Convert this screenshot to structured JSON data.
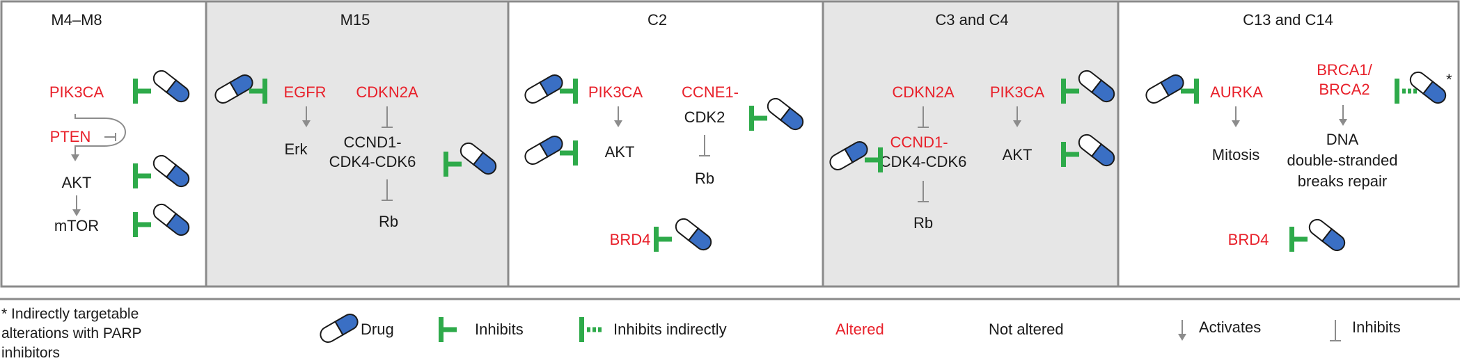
{
  "colors": {
    "altered": "#e8202a",
    "not_altered": "#1a1a1a",
    "inhibitor": "#2eaa4a",
    "drug_blue": "#3a6fc4",
    "arrow_gray": "#8c8c8c",
    "panel_shaded": "#e6e6e6",
    "panel_border": "#8a8a8a"
  },
  "panels": [
    {
      "title": "M4–M8",
      "shaded": false,
      "altered": [
        "PIK3CA",
        "PTEN"
      ],
      "not_altered": [
        "AKT",
        "mTOR"
      ]
    },
    {
      "title": "M15",
      "shaded": true,
      "altered": [
        "EGFR",
        "CDKN2A"
      ],
      "not_altered": [
        "Erk",
        "CCND1-",
        "CDK4-CDK6",
        "Rb"
      ]
    },
    {
      "title": "C2",
      "shaded": false,
      "altered": [
        "PIK3CA",
        "CCNE1-",
        "BRD4"
      ],
      "not_altered": [
        "AKT",
        "CDK2",
        "Rb"
      ]
    },
    {
      "title": "C3 and C4",
      "shaded": true,
      "altered": [
        "CDKN2A",
        "PIK3CA",
        "CCND1-"
      ],
      "not_altered": [
        "CDK4-CDK6",
        "Rb",
        "AKT"
      ]
    },
    {
      "title": "C13 and C14",
      "shaded": false,
      "altered": [
        "AURKA",
        "BRCA1/",
        "BRCA2",
        "BRD4"
      ],
      "not_altered": [
        "Mitosis",
        "DNA",
        "double-stranded",
        "breaks repair"
      ],
      "asterisk": "*"
    }
  ],
  "legend": {
    "footnote": [
      "* Indirectly targetable",
      "alterations with PARP",
      "inhibitors"
    ],
    "drug": "Drug",
    "inhibits": "Inhibits",
    "inhibits_indirectly": "Inhibits indirectly",
    "altered": "Altered",
    "not_altered": "Not altered",
    "activates": "Activates",
    "inhibits_arrow": "Inhibits"
  }
}
